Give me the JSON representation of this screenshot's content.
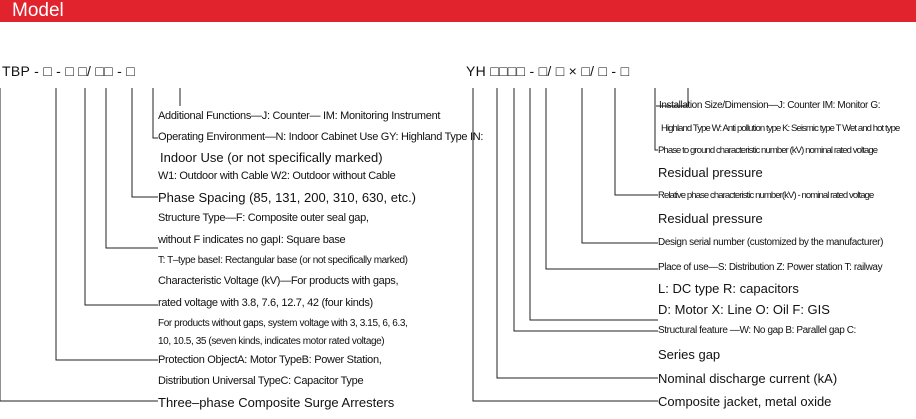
{
  "header": {
    "title": "Model"
  },
  "left": {
    "code": "TBP - □ - □ □/ □□ - □",
    "lines": [
      "Additional Functions—J: Counter— IM: Monitoring Instrument",
      "Operating Environment—N: Indoor Cabinet Use GY: Highland Type  IN:",
      "Indoor Use (or not specifically marked)",
      "W1: Outdoor with Cable W2: Outdoor without Cable",
      "Phase Spacing (85, 131, 200, 310, 630, etc.)",
      "Structure Type—F: Composite outer seal gap,",
      "without F indicates no gapI: Square base",
      "T: T–type baseI: Rectangular base (or not specifically marked)",
      "Characteristic Voltage (kV)—For products with gaps,",
      "rated voltage with 3.8, 7.6, 12.7, 42 (four kinds)",
      "For products without gaps, system voltage with 3, 3.15, 6, 6.3,",
      "10, 10.5, 35 (seven kinds,  indicates motor rated voltage)",
      "Protection ObjectA: Motor TypeB: Power Station,",
      "Distribution Universal TypeC: Capacitor Type",
      "Three–phase Composite Surge Arresters"
    ]
  },
  "right": {
    "code": "YH □□□□ - □/ □ × □/ □ - □",
    "lines": [
      "Installation Size/Dimension—J: Counter IM: Monitor G:",
      "Highland Type W: Anti pollution type K: Seismic type T Wet and hot type",
      "Phase to ground characteristic number (kV)  nominal rated voltage",
      "Residual pressure",
      "Relative phase characteristic number(kV) - nominal rated voltage",
      "Residual pressure",
      "Design serial number (customized by the manufacturer)",
      "Place of use—S: Distribution Z: Power station T: railway",
      "L: DC type R: capacitors",
      "D: Motor X: Line O: Oil F: GIS",
      "Structural feature  —W: No gap B: Parallel gap C:",
      "Series gap",
      "Nominal discharge current (kA)",
      "Composite jacket, metal oxide"
    ]
  }
}
